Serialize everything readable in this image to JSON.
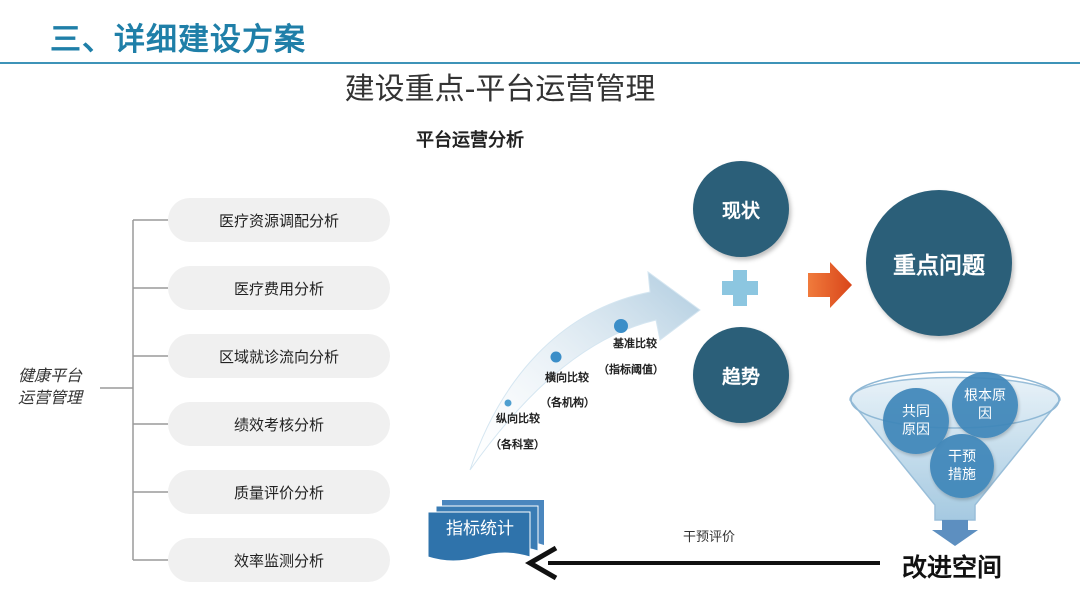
{
  "header": {
    "title": "三、详细建设方案"
  },
  "slide": {
    "title": "建设重点-平台运营管理"
  },
  "analysis": {
    "section_label": "平台运营分析",
    "side_label_line1": "健康平台",
    "side_label_line2": "运营管理",
    "items": [
      "医疗资源调配分析",
      "医疗费用分析",
      "区域就诊流向分析",
      "绩效考核分析",
      "质量评价分析",
      "效率监测分析"
    ]
  },
  "comparison": {
    "vertical": "纵向比较",
    "vertical_sub": "（各科室）",
    "horizontal": "横向比较",
    "horizontal_sub": "（各机构）",
    "benchmark": "基准比较",
    "benchmark_sub": "（指标阈值）"
  },
  "indicator_stats": "指标统计",
  "status": "现状",
  "trend": "趋势",
  "key_issue": "重点问题",
  "funnel": {
    "root_cause_line1": "根本原",
    "root_cause_line2": "因",
    "common_cause_line1": "共同",
    "common_cause_line2": "原因",
    "intervention_line1": "干预",
    "intervention_line2": "措施"
  },
  "improvement": "改进空间",
  "feedback_label": "干预评价",
  "colors": {
    "header_blue": "#1f7fa8",
    "circle_dark": "#2b5f79",
    "accent_orange": "#e05a1e",
    "funnel_blue": "#3e86b8"
  }
}
